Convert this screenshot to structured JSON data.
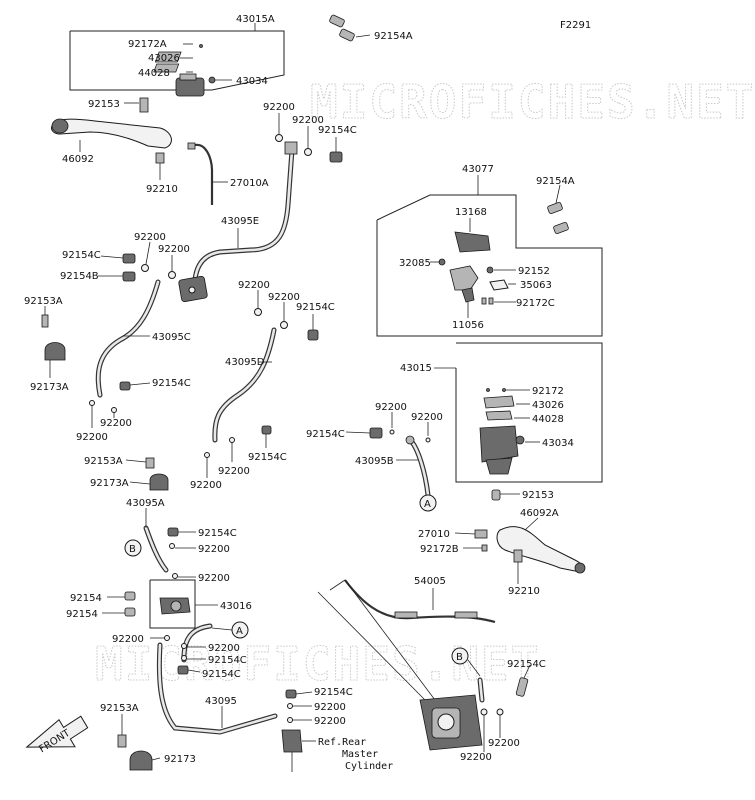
{
  "figure_code": "F2291",
  "watermark": "MICROFICHES.NET",
  "front_label": "FRONT",
  "ref_note": [
    "Ref.Rear",
    "Master",
    "Cylinder"
  ],
  "callouts": {
    "a": "A",
    "b": "B"
  },
  "parts": [
    "43015A",
    "92172A",
    "43026",
    "44028",
    "43034",
    "92154A",
    "92153",
    "92200",
    "92154C",
    "46092",
    "92210",
    "27010A",
    "43095E",
    "43077",
    "13168",
    "32085",
    "92152",
    "35063",
    "92172C",
    "11056",
    "92154B",
    "92153A",
    "43095C",
    "92173A",
    "43095D",
    "43015",
    "92172",
    "43095B",
    "43095A",
    "27010",
    "92172B",
    "46092A",
    "92154",
    "43016",
    "54005",
    "43095",
    "92173"
  ]
}
